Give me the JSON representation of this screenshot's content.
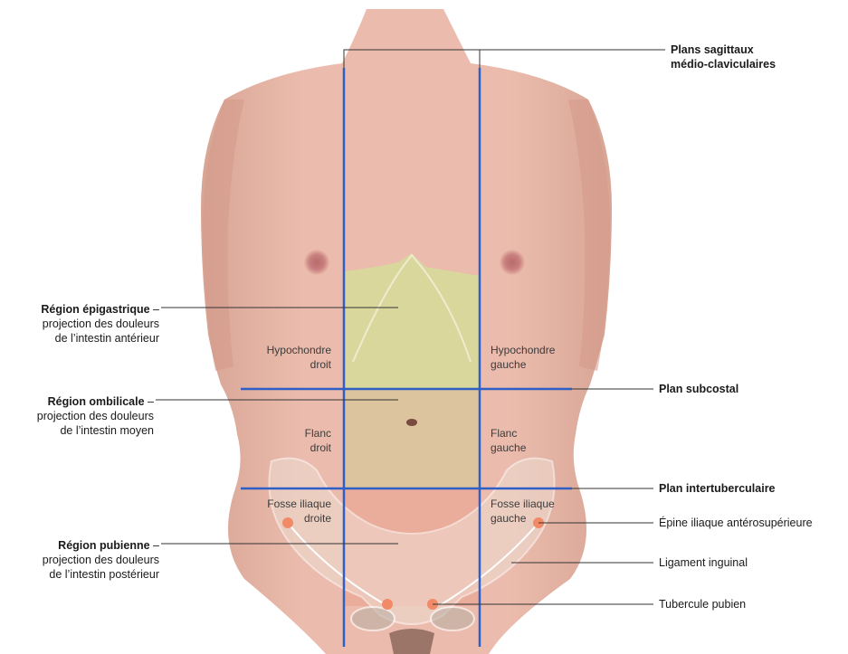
{
  "left_labels": [
    {
      "title": "Région épigastrique",
      "line1": "projection des douleurs",
      "line2": "de l’intestin antérieur"
    },
    {
      "title": "Région ombilicale",
      "line1": "projection des douleurs",
      "line2": "de l’intestin moyen"
    },
    {
      "title": "Région pubienne",
      "line1": "projection des douleurs",
      "line2": "de l’intestin postérieur"
    }
  ],
  "right_labels": {
    "sagittal_1": "Plans sagittaux",
    "sagittal_2": "médio-claviculaires",
    "subcostal": "Plan subcostal",
    "intertubercular": "Plan intertuberculaire",
    "asis": "Épine iliaque antérosupérieure",
    "inguinal": "Ligament inguinal",
    "pubic_tubercle": "Tubercule pubien"
  },
  "regions": {
    "hypochondre_droit": [
      "Hypochondre",
      "droit"
    ],
    "hypochondre_gauche": [
      "Hypochondre",
      "gauche"
    ],
    "flanc_droit": [
      "Flanc",
      "droit"
    ],
    "flanc_gauche": [
      "Flanc",
      "gauche"
    ],
    "fosse_droite": [
      "Fosse iliaque",
      "droite"
    ],
    "fosse_gauche": [
      "Fosse iliaque",
      "gauche"
    ]
  },
  "colors": {
    "skin": "#e7b6a6",
    "skin_shadow": "#cf9585",
    "plane_lines": "#2f5fc4",
    "epigastric": "#d9dd9c",
    "umbilical": "#d8c39a",
    "pubic": "#eba897",
    "bone": "#ead9cf",
    "point": "#f08a67"
  }
}
